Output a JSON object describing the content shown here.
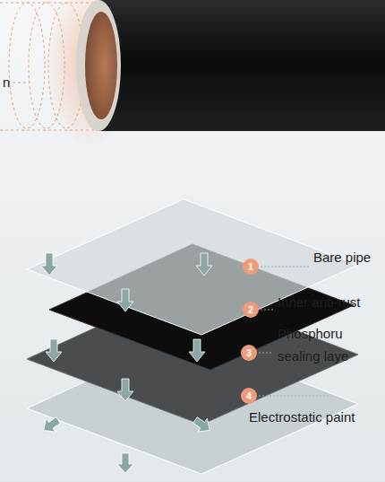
{
  "diagram": {
    "labels": [
      "n",
      "1",
      "Bare pipe",
      "2",
      "Inner anti-rust",
      "3",
      "Phosphoru sealing laye",
      "4",
      "Electrostatic paint"
    ]
  }
}
